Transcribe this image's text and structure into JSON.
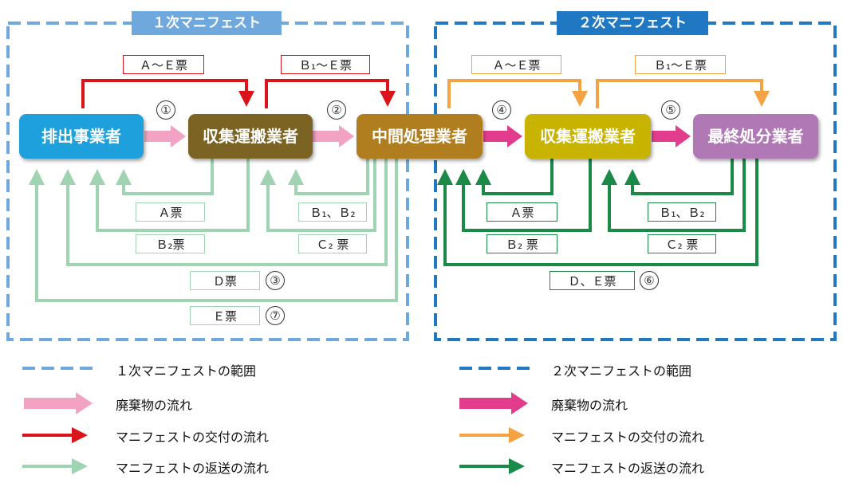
{
  "colors": {
    "primary_border": "#6fa8dc",
    "secondary_border": "#1f78c1",
    "pink": "#f2a3c3",
    "magenta": "#e23d8c",
    "red": "#d9141b",
    "orange": "#f4a244",
    "light_green": "#9fd3b1",
    "dark_green": "#1b8a48",
    "node_discharger": "#1ea0dc",
    "node_collector1": "#7b6423",
    "node_intermediate": "#b07d1f",
    "node_collector2": "#c7b300",
    "node_final": "#b079b6"
  },
  "regions": {
    "primary_title": "１次マニフェスト",
    "secondary_title": "２次マニフェスト"
  },
  "nodes": {
    "discharger": "排出事業者",
    "collector1": "収集運搬業者",
    "intermediate": "中間処理業者",
    "collector2": "収集運搬業者",
    "final": "最終処分業者"
  },
  "steps": {
    "s1": "①",
    "s2": "②",
    "s3": "③",
    "s4": "④",
    "s5": "⑤",
    "s6": "⑥",
    "s7": "⑦"
  },
  "slips": {
    "issue_p1": "Ａ～Ｅ票",
    "issue_p2": "Ｂ₁～Ｅ票",
    "issue_s1": "Ａ～Ｅ票",
    "issue_s2": "Ｂ₁～Ｅ票",
    "p_a": "Ａ票",
    "p_b2": "Ｂ₂票",
    "p_b1b2": "Ｂ₁、Ｂ₂",
    "p_c2": "Ｃ₂ 票",
    "p_d": "Ｄ票",
    "p_e": "Ｅ票",
    "s_a": "Ａ票",
    "s_b2": "Ｂ₂ 票",
    "s_b1b2": "Ｂ₁、Ｂ₂",
    "s_c2": "Ｃ₂ 票",
    "s_de": "Ｄ、Ｅ票"
  },
  "legend": {
    "primary_range": "１次マニフェストの範囲",
    "secondary_range": "２次マニフェストの範囲",
    "waste_flow_1": "廃棄物の流れ",
    "waste_flow_2": "廃棄物の流れ",
    "issue_flow_1": "マニフェストの交付の流れ",
    "issue_flow_2": "マニフェストの交付の流れ",
    "return_flow_1": "マニフェストの返送の流れ",
    "return_flow_2": "マニフェストの返送の流れ"
  }
}
